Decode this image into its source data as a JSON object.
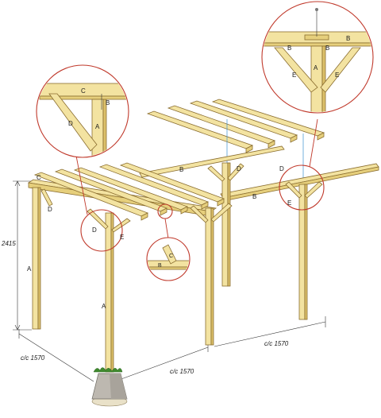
{
  "labels": {
    "A": "A",
    "B": "B",
    "C": "C",
    "D": "D",
    "E": "E"
  },
  "dimensions": {
    "height": "2415",
    "spacing_left": "c/c 1570",
    "spacing_front": "c/c 1570",
    "spacing_right": "c/c 1570"
  },
  "colors": {
    "wood": "#f3e3a1",
    "wood_outline": "#8a6d2f",
    "callout": "#c0392b",
    "guide": "#3a8fd0",
    "plant": "#3f8a2e",
    "concrete": "#bdb8b0"
  }
}
